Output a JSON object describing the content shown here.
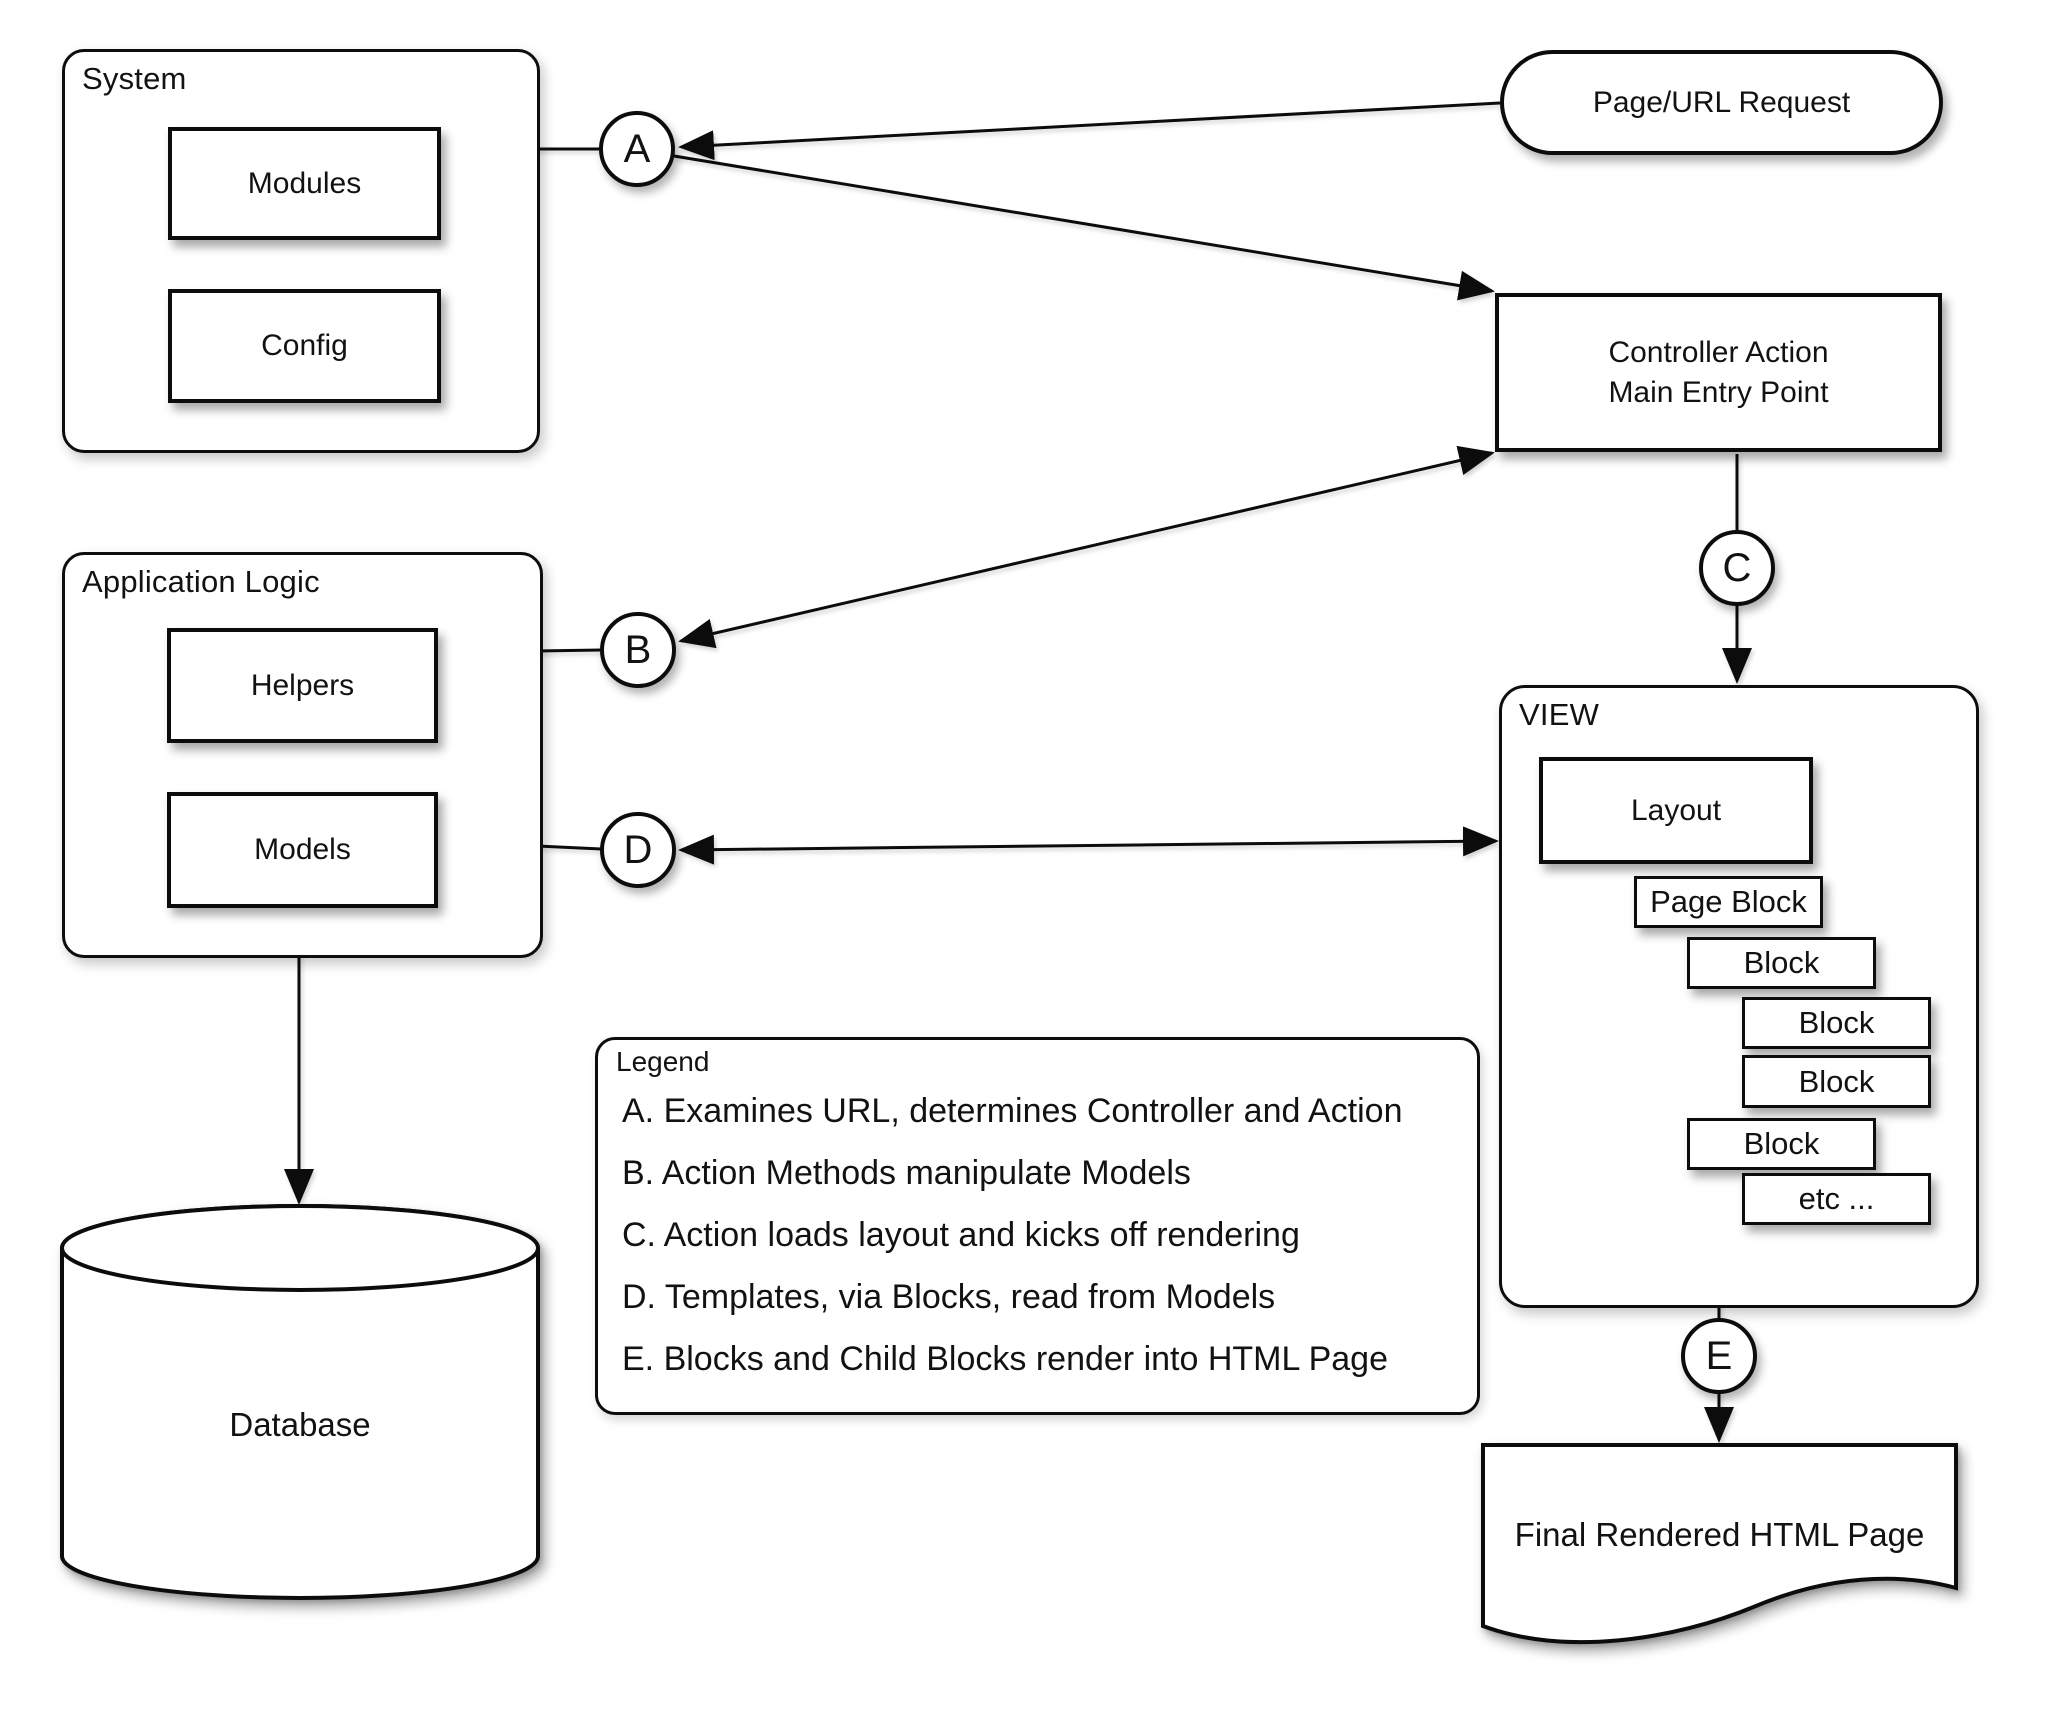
{
  "colors": {
    "stroke": "#0d0d0d",
    "fill": "#ffffff",
    "text": "#121212"
  },
  "system": {
    "title": "System",
    "modules": "Modules",
    "config": "Config"
  },
  "application_logic": {
    "title": "Application Logic",
    "helpers": "Helpers",
    "models": "Models"
  },
  "page_url_request": {
    "label": "Page/URL Request"
  },
  "controller_action": {
    "line1": "Controller Action",
    "line2": "Main Entry Point"
  },
  "view": {
    "title": "VIEW",
    "layout": "Layout",
    "blocks": [
      "Page Block",
      "Block",
      "Block",
      "Block",
      "Block",
      "etc ..."
    ]
  },
  "database": {
    "label": "Database"
  },
  "final_page": {
    "label": "Final Rendered HTML Page"
  },
  "connectors": {
    "a": "A",
    "b": "B",
    "c": "C",
    "d": "D",
    "e": "E"
  },
  "legend": {
    "title": "Legend",
    "items": [
      "A. Examines URL, determines Controller and Action",
      "B. Action Methods manipulate Models",
      "C. Action loads layout and kicks off rendering",
      "D. Templates, via Blocks, read from Models",
      "E. Blocks and Child Blocks render into HTML Page"
    ]
  }
}
